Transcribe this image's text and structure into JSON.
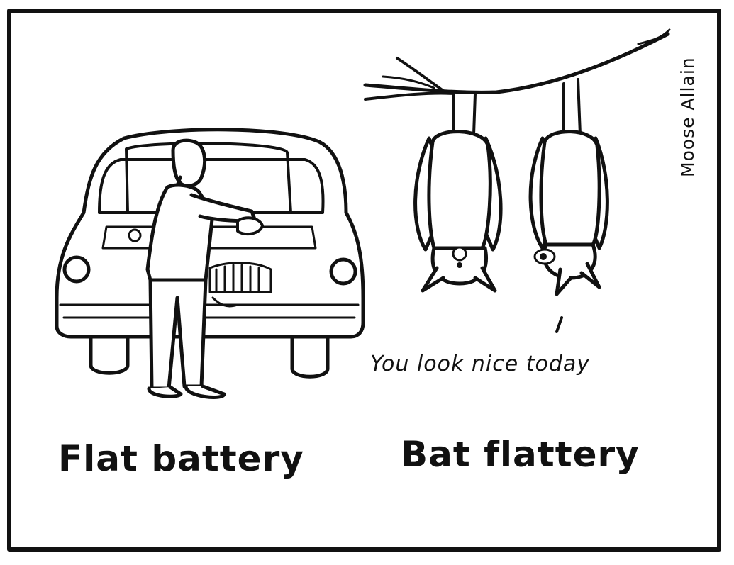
{
  "comic": {
    "left_caption": "Flat battery",
    "right_caption": "Bat flattery",
    "speech": "You look nice today",
    "signature": "Moose Allain",
    "ink_color": "#111111",
    "paper_color": "#ffffff"
  }
}
